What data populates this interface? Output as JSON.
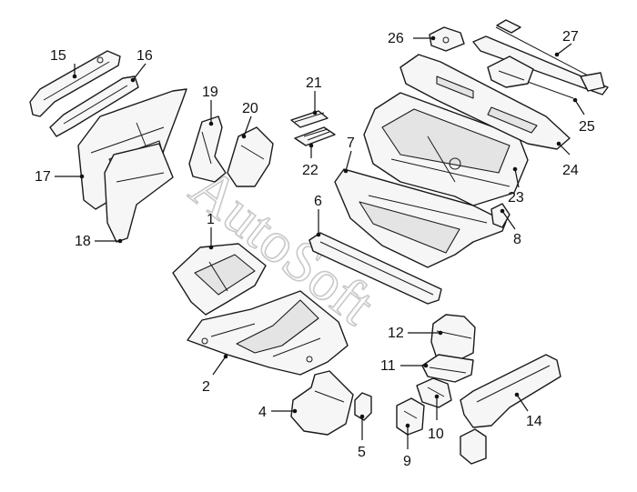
{
  "watermark": "AutoSoft",
  "callouts": {
    "c1": "1",
    "c2": "2",
    "c4": "4",
    "c5": "5",
    "c6": "6",
    "c7": "7",
    "c8": "8",
    "c9": "9",
    "c10": "10",
    "c11": "11",
    "c12": "12",
    "c14": "14",
    "c15": "15",
    "c16": "16",
    "c17": "17",
    "c18": "18",
    "c19": "19",
    "c20": "20",
    "c21": "21",
    "c22": "22",
    "c23": "23",
    "c24": "24",
    "c25": "25",
    "c26": "26",
    "c27": "27"
  }
}
